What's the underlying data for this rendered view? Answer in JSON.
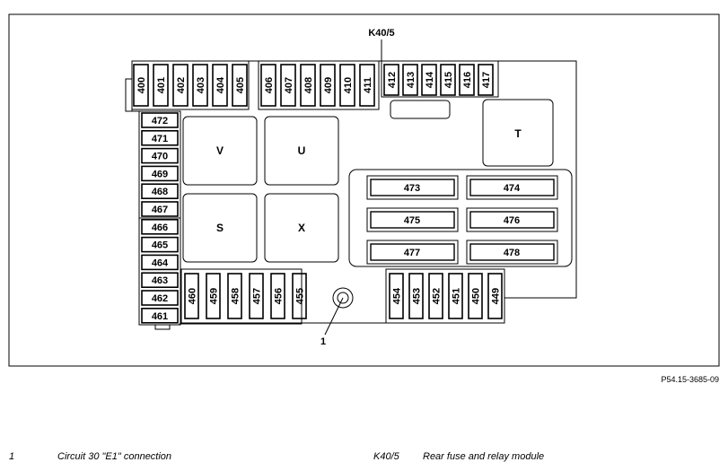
{
  "diagram": {
    "module_label": "K40/5",
    "callout_label": "1",
    "top_left_fuses": [
      "400",
      "401",
      "402",
      "403",
      "404",
      "405"
    ],
    "top_mid_fuses": [
      "406",
      "407",
      "408",
      "409",
      "410",
      "411"
    ],
    "top_right_fuses": [
      "412",
      "413",
      "414",
      "415",
      "416",
      "417"
    ],
    "left_column_fuses": [
      "472",
      "471",
      "470",
      "469",
      "468",
      "467",
      "466",
      "465",
      "464",
      "463",
      "462",
      "461"
    ],
    "bottom_left_fuses": [
      "460",
      "459",
      "458",
      "457",
      "456",
      "455"
    ],
    "bottom_right_fuses": [
      "454",
      "453",
      "452",
      "451",
      "450",
      "449"
    ],
    "relays": [
      "V",
      "U",
      "S",
      "X",
      "T"
    ],
    "maxi_fuses": [
      "473",
      "474",
      "475",
      "476",
      "477",
      "478"
    ]
  },
  "ref_code": "P54.15-3685-09",
  "legend": [
    {
      "key": "1",
      "text": "Circuit 30 \"E1\" connection"
    },
    {
      "key": "K40/5",
      "text": "Rear fuse and relay module"
    }
  ]
}
